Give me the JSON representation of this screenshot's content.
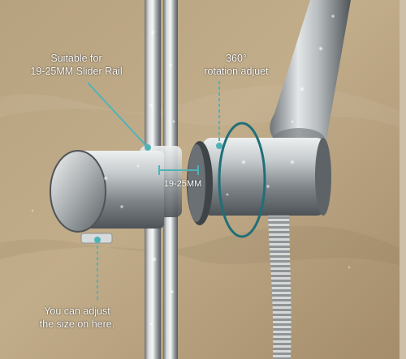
{
  "annotations": {
    "slider_rail": {
      "line1": "Suitable for",
      "line2": "19-25MM Slider Rail"
    },
    "rotation": {
      "line1": "360°",
      "line2": "rotation adjuet"
    },
    "rail_size": "19-25MM",
    "adjust_size": {
      "line1": "You can adjust",
      "line2": "the size on here."
    }
  },
  "colors": {
    "wall": "#b39b79",
    "chrome_light": "#e6e9ea",
    "chrome_dark": "#5e6468",
    "callout_line": "#4fb3b8",
    "callout_text": "#ffffff"
  }
}
